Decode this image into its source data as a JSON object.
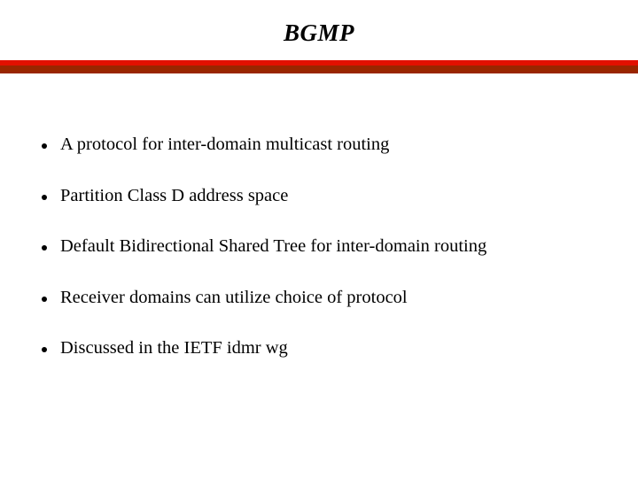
{
  "slide": {
    "title": "BGMP",
    "divider": {
      "top_color": "#e21000",
      "bottom_color": "#992600"
    },
    "bullets": [
      {
        "marker": "bullet-dot",
        "text": "A protocol for inter-domain multicast routing"
      },
      {
        "marker": "bullet-dot",
        "text": "Partition Class D address space"
      },
      {
        "marker": "bullet-dot",
        "text": "Default Bidirectional Shared Tree for inter-domain routing"
      },
      {
        "marker": "bullet-dot",
        "text": "Receiver domains can utilize choice of protocol"
      },
      {
        "marker": "bullet-dot",
        "text": "Discussed in the IETF idmr wg"
      }
    ]
  }
}
